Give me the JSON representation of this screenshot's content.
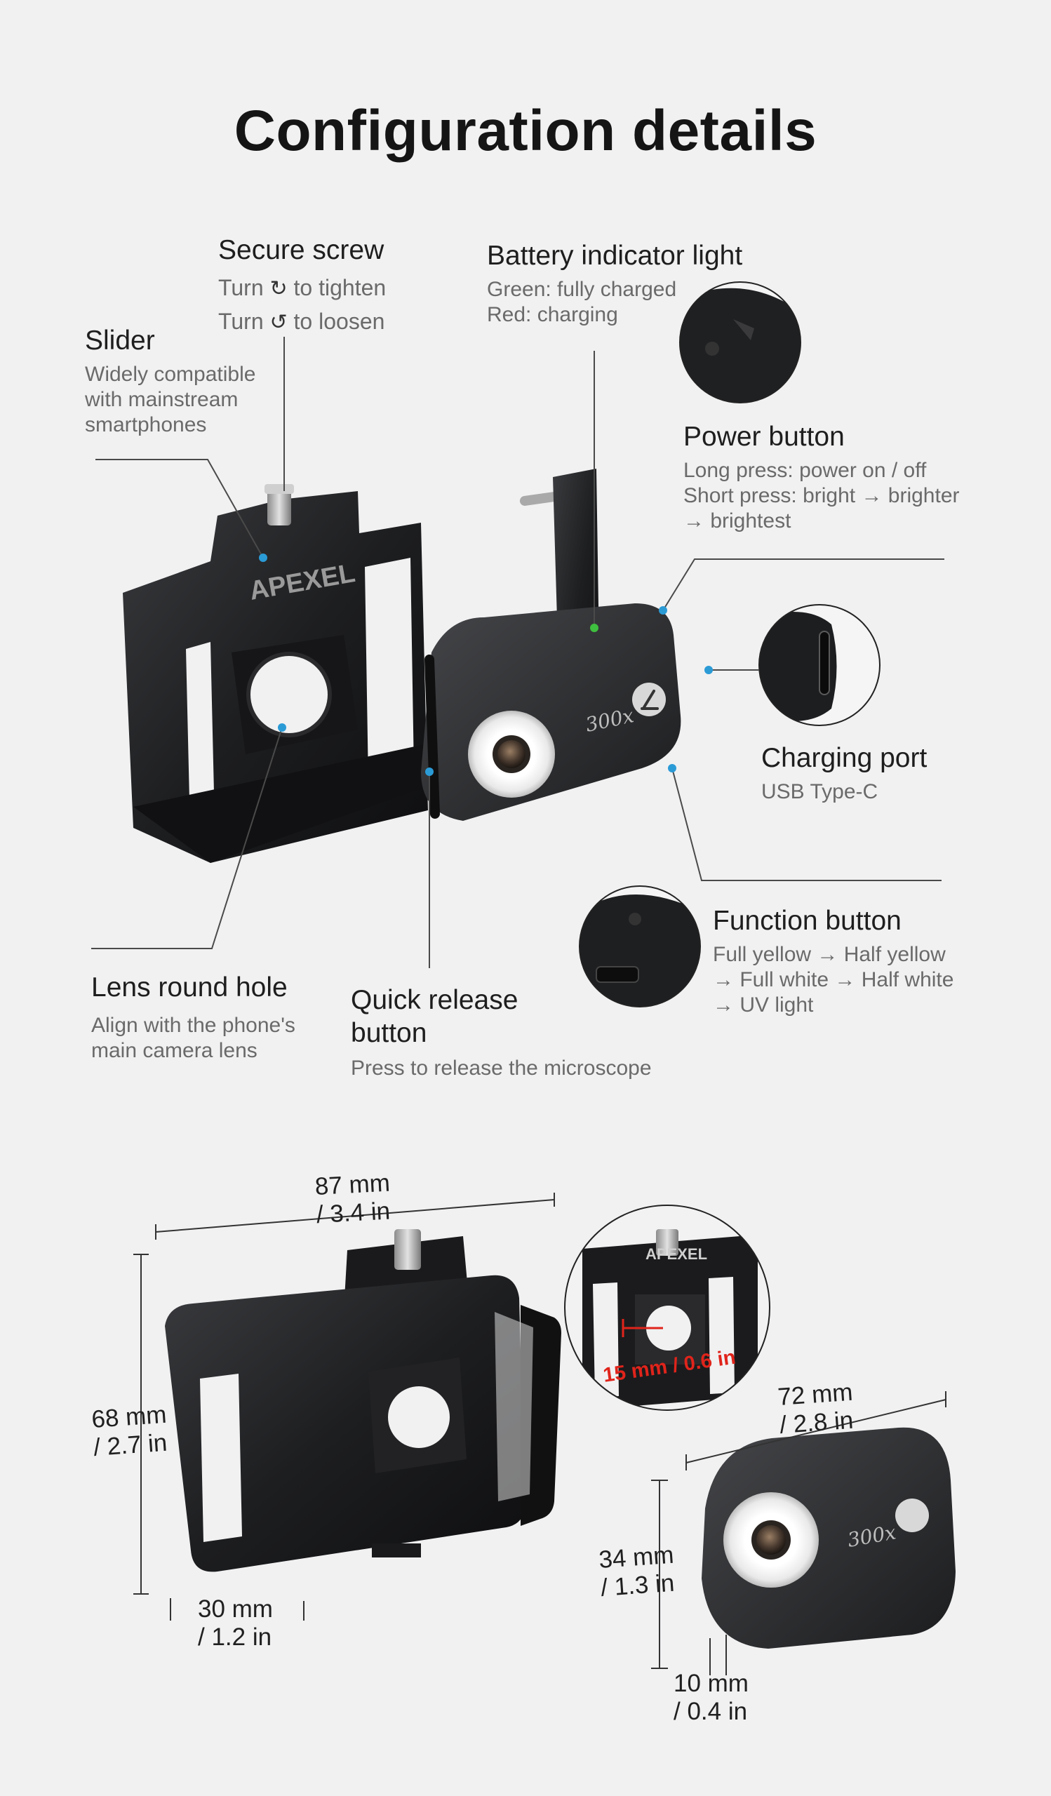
{
  "title": "Configuration details",
  "brand": "APEXEL",
  "magnification_label": "300x",
  "icons": {
    "tighten": "clockwise-arrow-icon",
    "loosen": "counterclockwise-arrow-icon",
    "microscope": "microscope-icon"
  },
  "colors": {
    "background": "#f1f1f2",
    "callout_dot": "#2b9bd6",
    "battery_dot": "#3fbf3f",
    "dimension_highlight": "#e0241b"
  },
  "features": {
    "secure_screw": {
      "title": "Secure screw",
      "line1_pre": "Turn",
      "line1_post": "to tighten",
      "line2_pre": "Turn",
      "line2_post": "to loosen"
    },
    "battery_indicator": {
      "title": "Battery indicator light",
      "lines": [
        "Green: fully charged",
        "Red: charging"
      ]
    },
    "slider": {
      "title": "Slider",
      "lines": [
        "Widely compatible",
        "with mainstream",
        "smartphones"
      ]
    },
    "power_button": {
      "title": "Power button",
      "lines": [
        "Long press: power on / off",
        "Short press: bright → brighter",
        "→ brightest"
      ]
    },
    "charging_port": {
      "title": "Charging port",
      "lines": [
        "USB Type-C"
      ]
    },
    "function_button": {
      "title": "Function button",
      "lines": [
        "Full yellow → Half yellow",
        "→ Full white → Half white",
        "→ UV light"
      ]
    },
    "lens_round_hole": {
      "title": "Lens round hole",
      "lines": [
        "Align with the phone's",
        "main camera lens"
      ]
    },
    "quick_release": {
      "title_lines": [
        "Quick release",
        "button"
      ],
      "lines": [
        "Press to release the microscope"
      ]
    }
  },
  "dimensions": {
    "clip_width": [
      "87 mm",
      "/ 3.4 in"
    ],
    "clip_height": [
      "68 mm",
      "/ 2.7 in"
    ],
    "clip_depth": [
      "30 mm",
      "/ 1.2 in"
    ],
    "hole_diameter": "15 mm / 0.6 in",
    "scope_width": [
      "72 mm",
      "/ 2.8 in"
    ],
    "scope_height": [
      "34 mm",
      "/ 1.3 in"
    ],
    "scope_depth": [
      "10 mm",
      "/ 0.4 in"
    ]
  }
}
